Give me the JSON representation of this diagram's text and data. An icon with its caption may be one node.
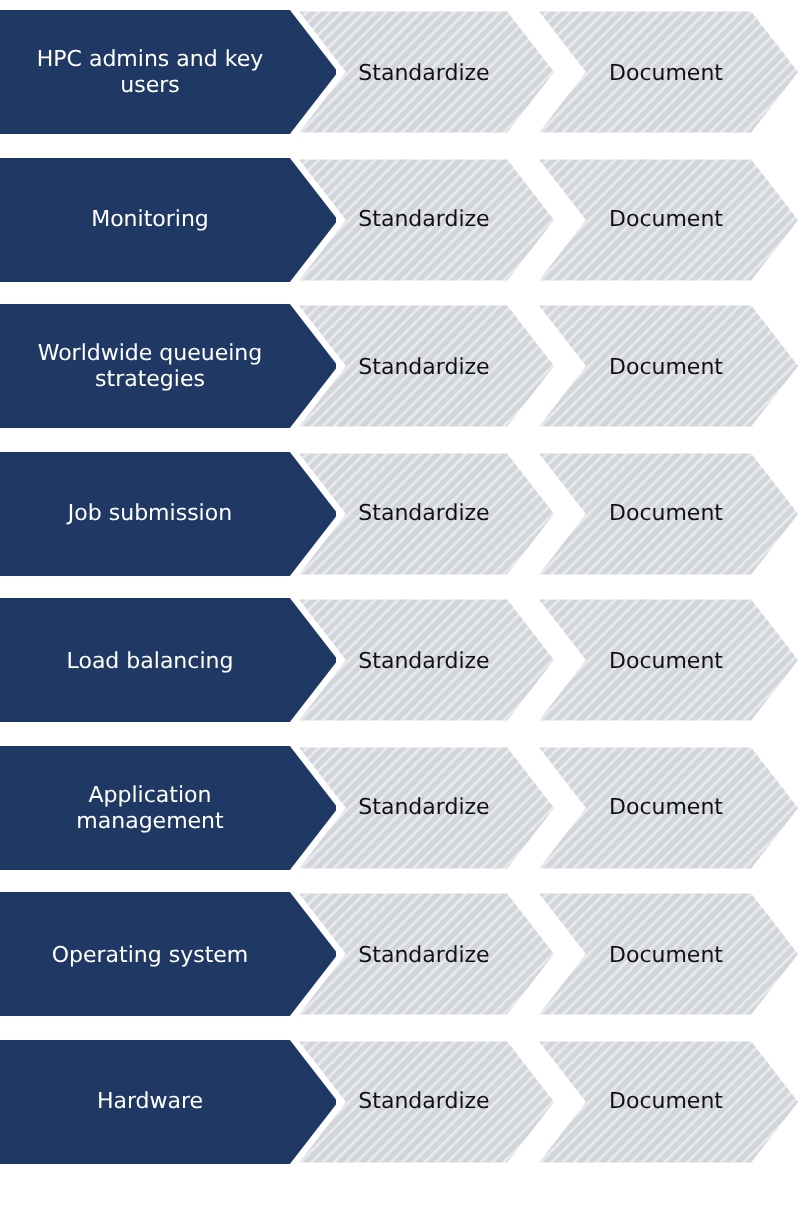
{
  "diagram": {
    "nodes": [
      {
        "text": [
          "HPC admins and key users"
        ]
      },
      {
        "text": [
          "Standardize"
        ]
      },
      {
        "text": [
          "Document"
        ]
      },
      {
        "text": [
          "Monitoring"
        ]
      },
      {
        "text": [
          "Standardize"
        ]
      },
      {
        "text": [
          "Document"
        ]
      },
      {
        "text": [
          "Worldwide queueing strategies"
        ]
      },
      {
        "text": [
          "Standardize"
        ]
      },
      {
        "text": [
          "Document"
        ]
      },
      {
        "text": [
          "Job submission"
        ]
      },
      {
        "text": [
          "Standardize"
        ]
      },
      {
        "text": [
          "Document"
        ]
      },
      {
        "text": [
          "Load balancing"
        ]
      },
      {
        "text": [
          "Standardize"
        ]
      },
      {
        "text": [
          "Document"
        ]
      },
      {
        "text": [
          "Application management"
        ]
      },
      {
        "text": [
          "Standardize"
        ]
      },
      {
        "text": [
          "Document"
        ]
      },
      {
        "text": [
          "Operating system"
        ]
      },
      {
        "text": [
          "Standardize"
        ]
      },
      {
        "text": [
          "Document"
        ]
      },
      {
        "text": [
          "Hardware"
        ]
      },
      {
        "text": [
          "Standardize"
        ]
      },
      {
        "text": [
          "Document"
        ]
      }
    ]
  }
}
